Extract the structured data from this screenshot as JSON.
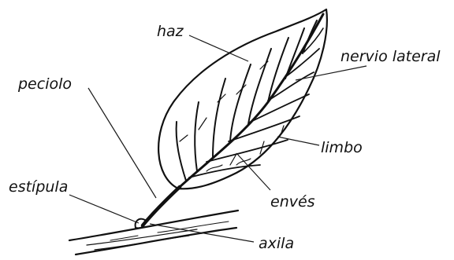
{
  "diagram": {
    "labels": {
      "haz": "haz",
      "nervio_lateral": "nervio lateral",
      "peciolo": "peciolo",
      "limbo": "limbo",
      "estipula": "estípula",
      "enves": "envés",
      "axila": "axila"
    }
  }
}
